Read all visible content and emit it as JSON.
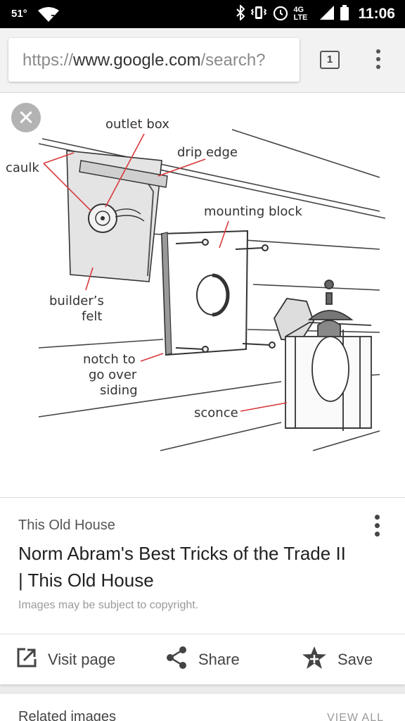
{
  "status_bar": {
    "temperature": "51°",
    "network": "4G LTE",
    "time": "11:06"
  },
  "browser": {
    "url_scheme": "https://",
    "url_host": "www.google.com",
    "url_path": "/search?",
    "tab_count": "1"
  },
  "diagram": {
    "labels": {
      "outlet_box": "outlet box",
      "drip_edge": "drip edge",
      "caulk": "caulk",
      "mounting_block": "mounting block",
      "builders_felt_1": "builder’s",
      "builders_felt_2": "felt",
      "notch_1": "notch to",
      "notch_2": "go over",
      "notch_3": "siding",
      "sconce": "sconce"
    },
    "accent_color": "#d9393b"
  },
  "result": {
    "source": "This Old House",
    "title": "Norm Abram's Best Tricks of the Trade II | This Old House",
    "copyright": "Images may be subject to copyright."
  },
  "actions": {
    "visit_label": "Visit page",
    "share_label": "Share",
    "save_label": "Save"
  },
  "related": {
    "title": "Related images",
    "view_all": "VIEW ALL"
  }
}
